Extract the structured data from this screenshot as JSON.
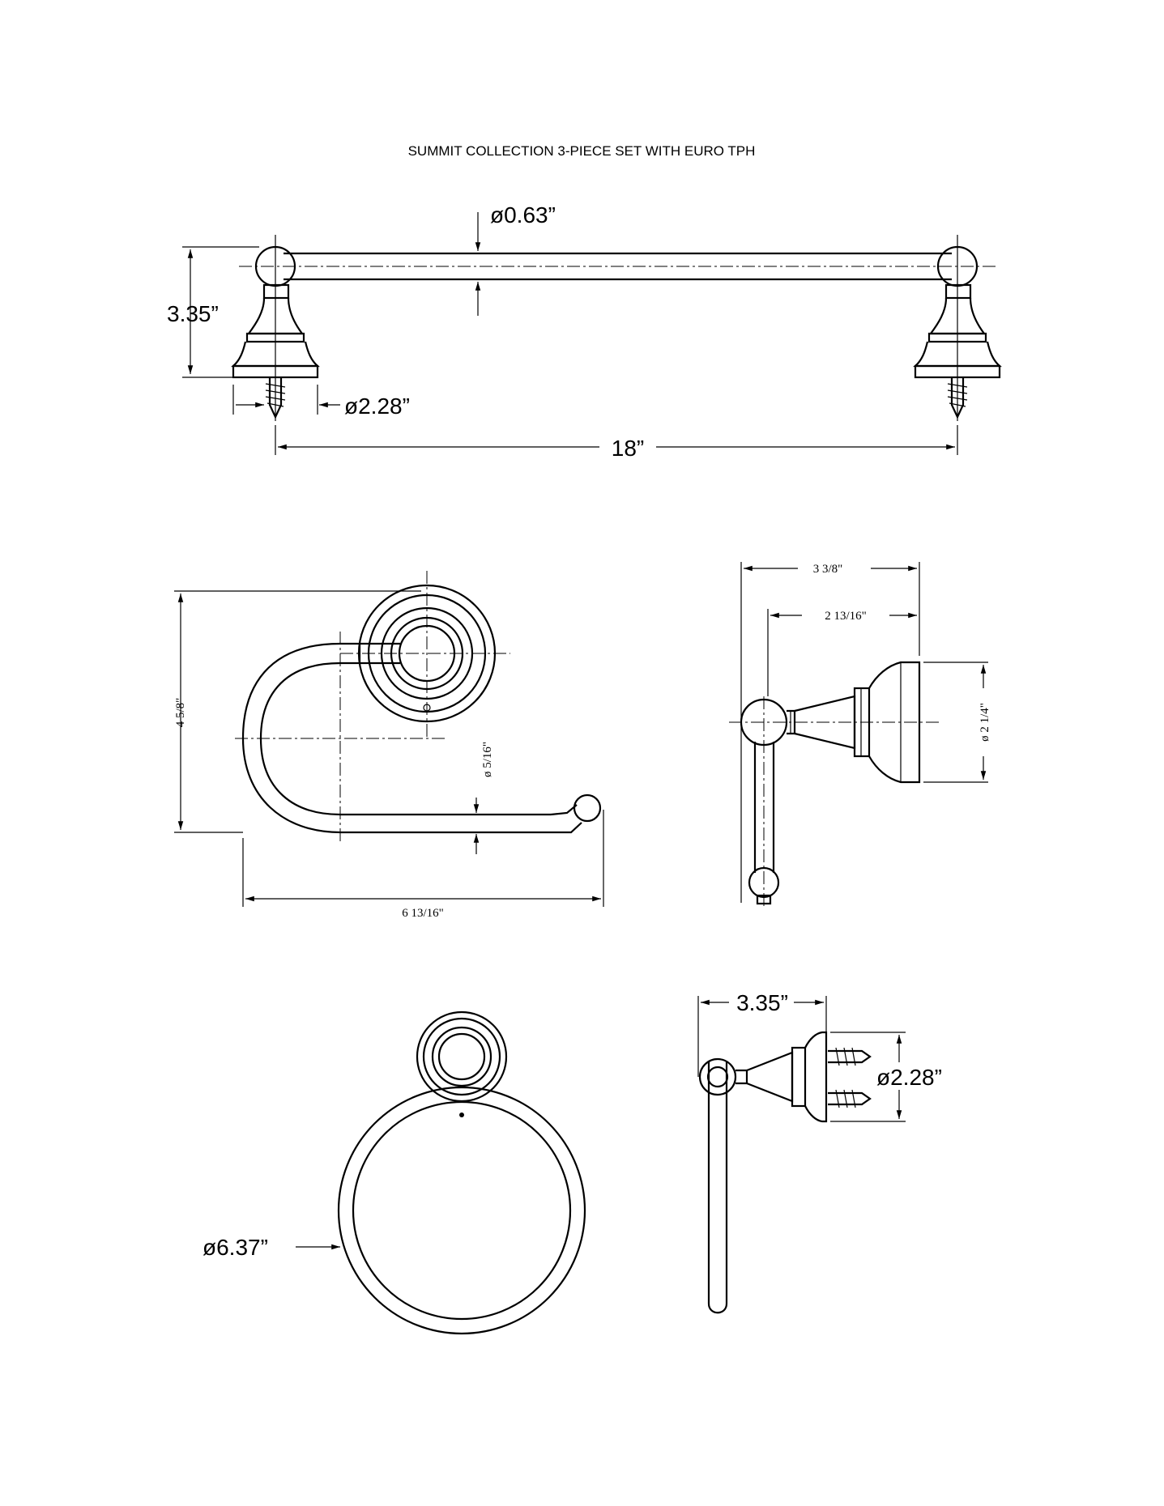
{
  "title": "SUMMIT COLLECTION 3-PIECE SET WITH EURO TPH",
  "towel_bar": {
    "rod_diameter": "ø0.63”",
    "height": "3.35”",
    "base_diameter": "ø2.28”",
    "length": "18”"
  },
  "paper_holder_front": {
    "height": "4 5/8\"",
    "rod_diameter": "ø 5/16\"",
    "width": "6 13/16\""
  },
  "paper_holder_side": {
    "overall_depth": "3 3/8\"",
    "post_depth": "2 13/16\"",
    "base_diameter": "ø 2 1/4\""
  },
  "towel_ring_front": {
    "ring_diameter": "ø6.37”"
  },
  "towel_ring_side": {
    "depth": "3.35”",
    "base_diameter": "ø2.28”"
  }
}
